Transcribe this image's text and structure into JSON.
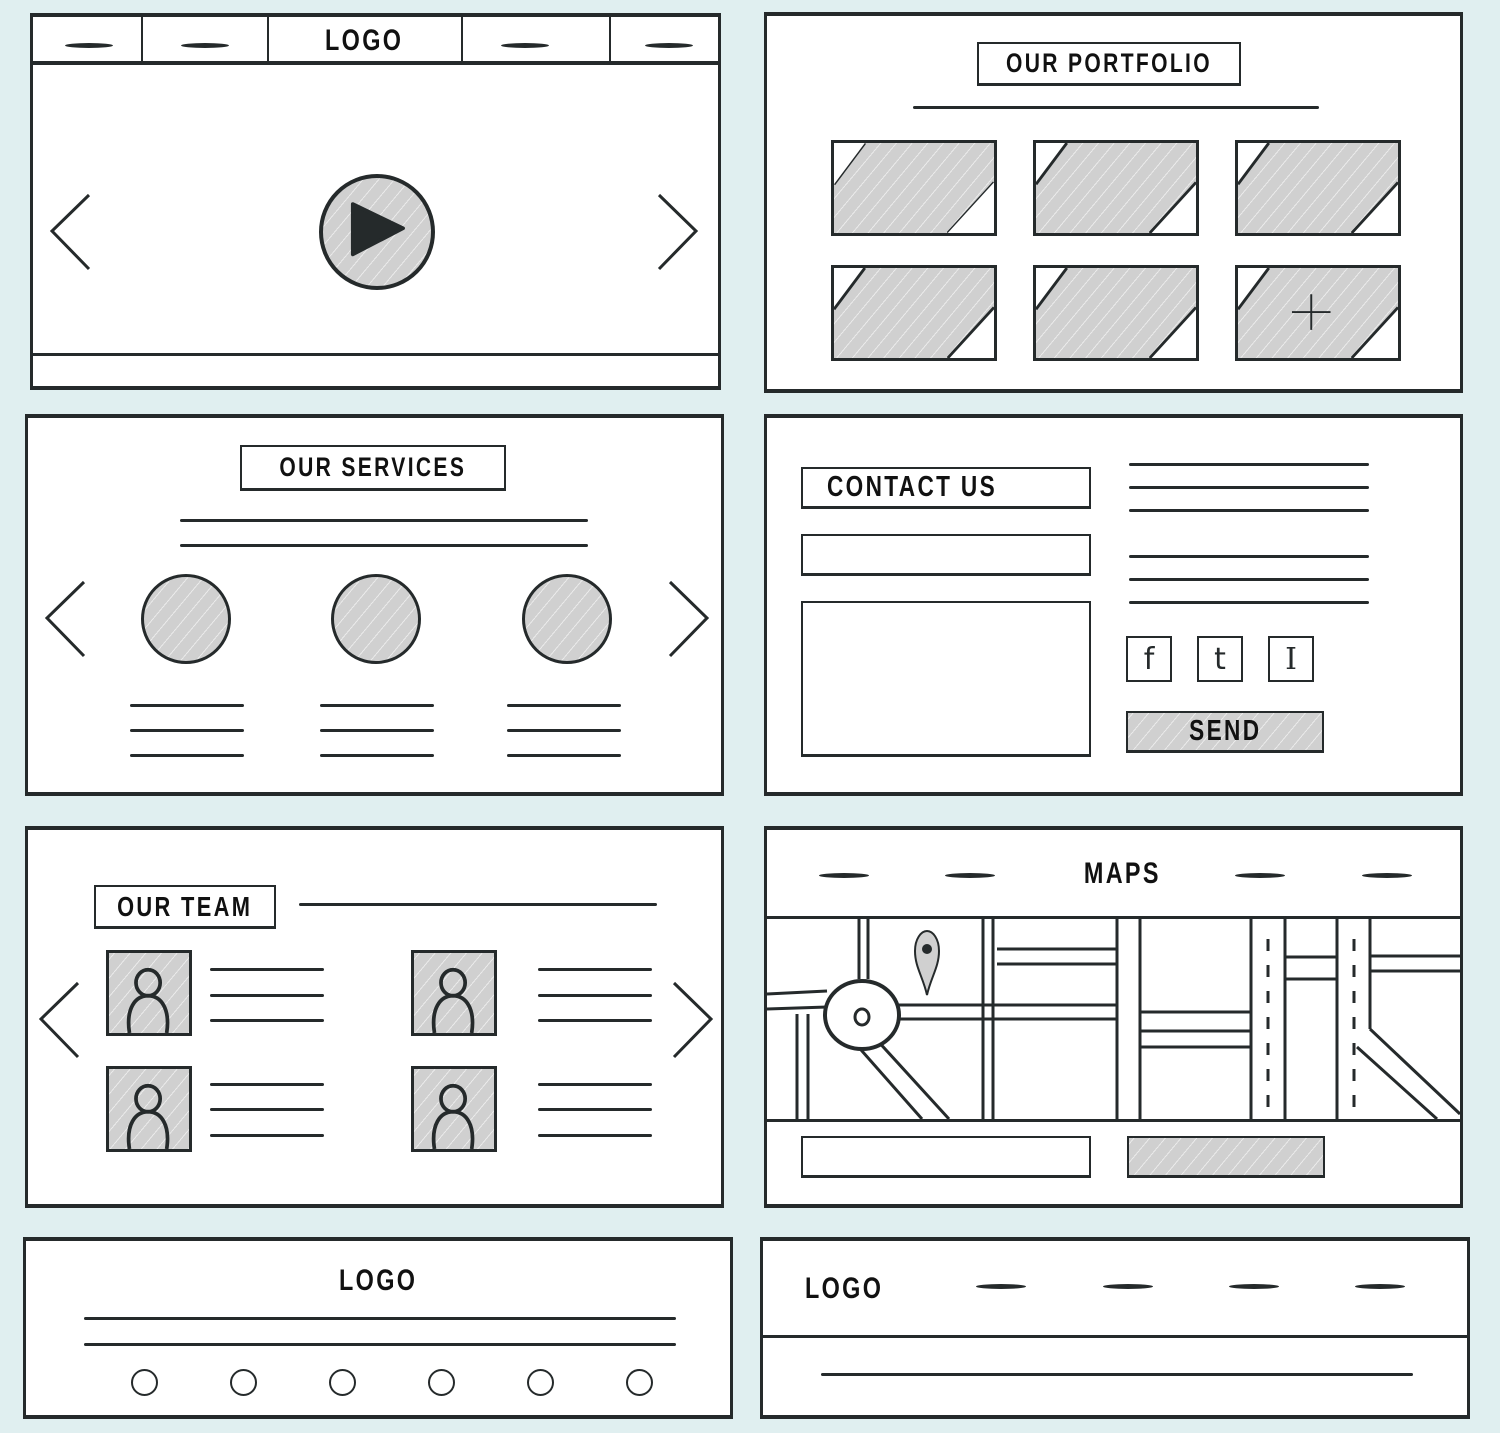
{
  "background_color": "#e0eff0",
  "stroke_color": "#252a2b",
  "fill_color": "#d0d0d0",
  "hero": {
    "nav_items": [
      "—",
      "—",
      "LOGO",
      "—",
      "—"
    ],
    "logo": "LOGO",
    "prev_icon": "chevron-left-icon",
    "next_icon": "chevron-right-icon",
    "play_icon": "play-icon"
  },
  "portfolio": {
    "title": "OUR PORTFOLIO",
    "items": [
      "image",
      "image",
      "image",
      "image",
      "image",
      "add"
    ],
    "add_icon": "plus-icon"
  },
  "services": {
    "title": "OUR SERVICES",
    "items": [
      {
        "icon": "service-circle",
        "lines": 3
      },
      {
        "icon": "service-circle",
        "lines": 3
      },
      {
        "icon": "service-circle",
        "lines": 3
      }
    ]
  },
  "contact": {
    "title": "CONTACT US",
    "social": [
      {
        "name": "facebook",
        "glyph": "f"
      },
      {
        "name": "twitter",
        "glyph": "t"
      },
      {
        "name": "instagram",
        "glyph": "I"
      }
    ],
    "send_label": "SEND"
  },
  "team": {
    "title": "OUR TEAM",
    "members": 4
  },
  "maps": {
    "title": "MAPS",
    "pin_icon": "map-pin-icon"
  },
  "footer_a": {
    "logo": "LOGO",
    "social_dots": 6
  },
  "footer_b": {
    "logo": "LOGO",
    "nav_items": [
      "—",
      "—",
      "—",
      "—"
    ]
  }
}
